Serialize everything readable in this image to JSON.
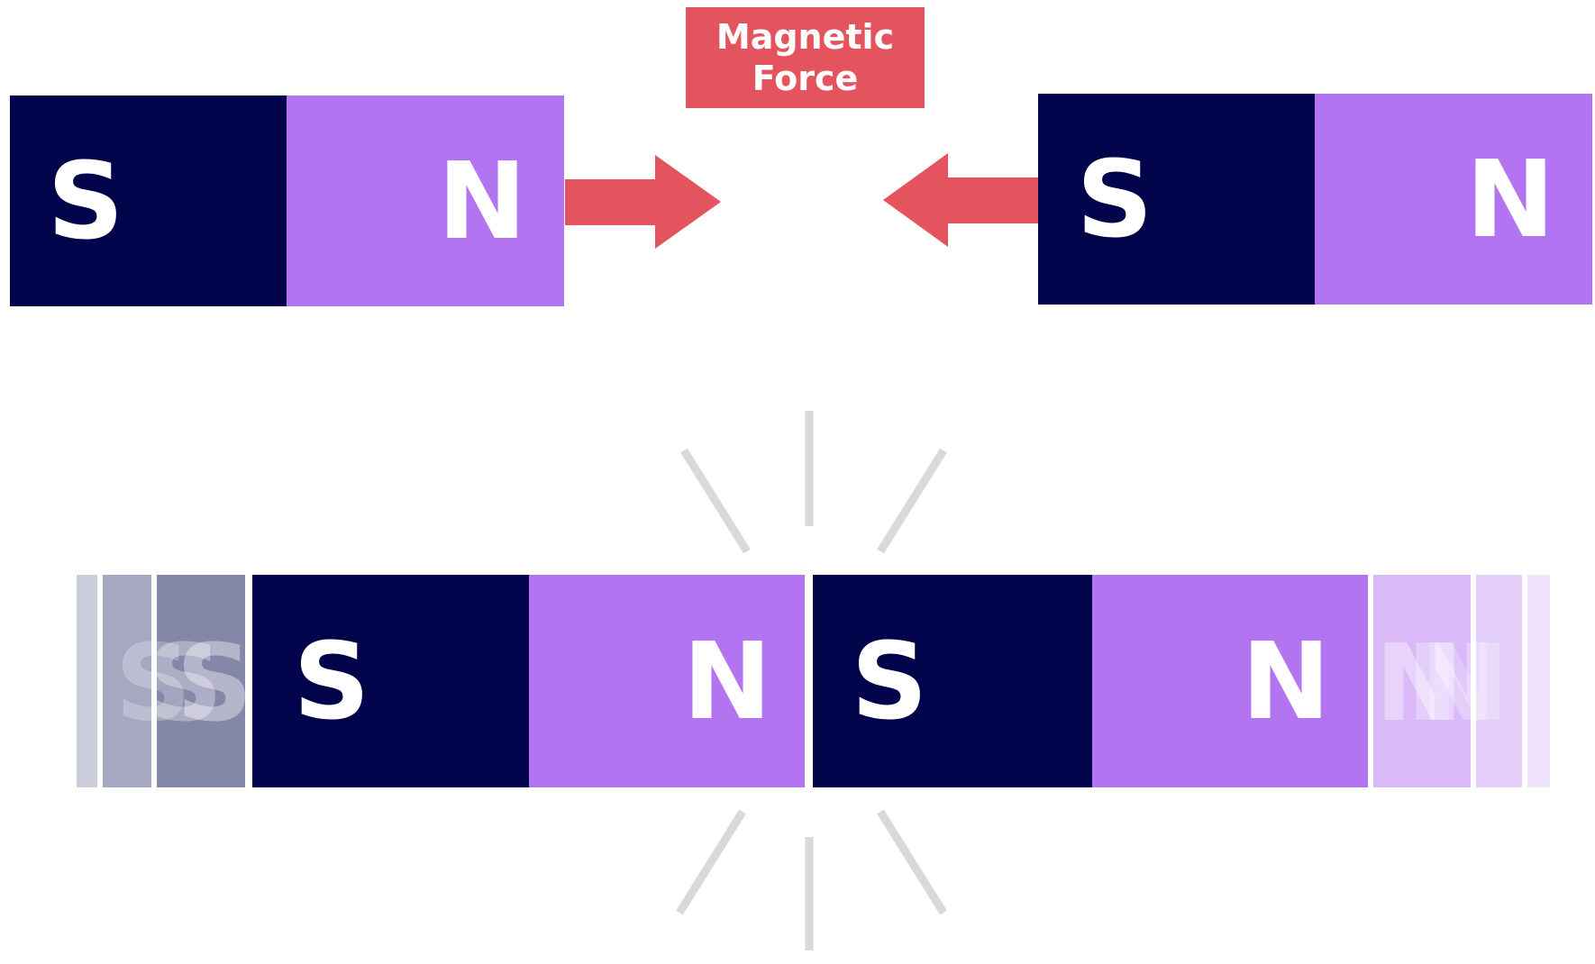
{
  "label": {
    "text": "Magnetic\nForce"
  },
  "poles": {
    "south": "S",
    "north": "N"
  },
  "colors": {
    "south": "#01044b",
    "north": "#b374f2",
    "force": "#e4545e",
    "burst": "#d9d9d9"
  }
}
